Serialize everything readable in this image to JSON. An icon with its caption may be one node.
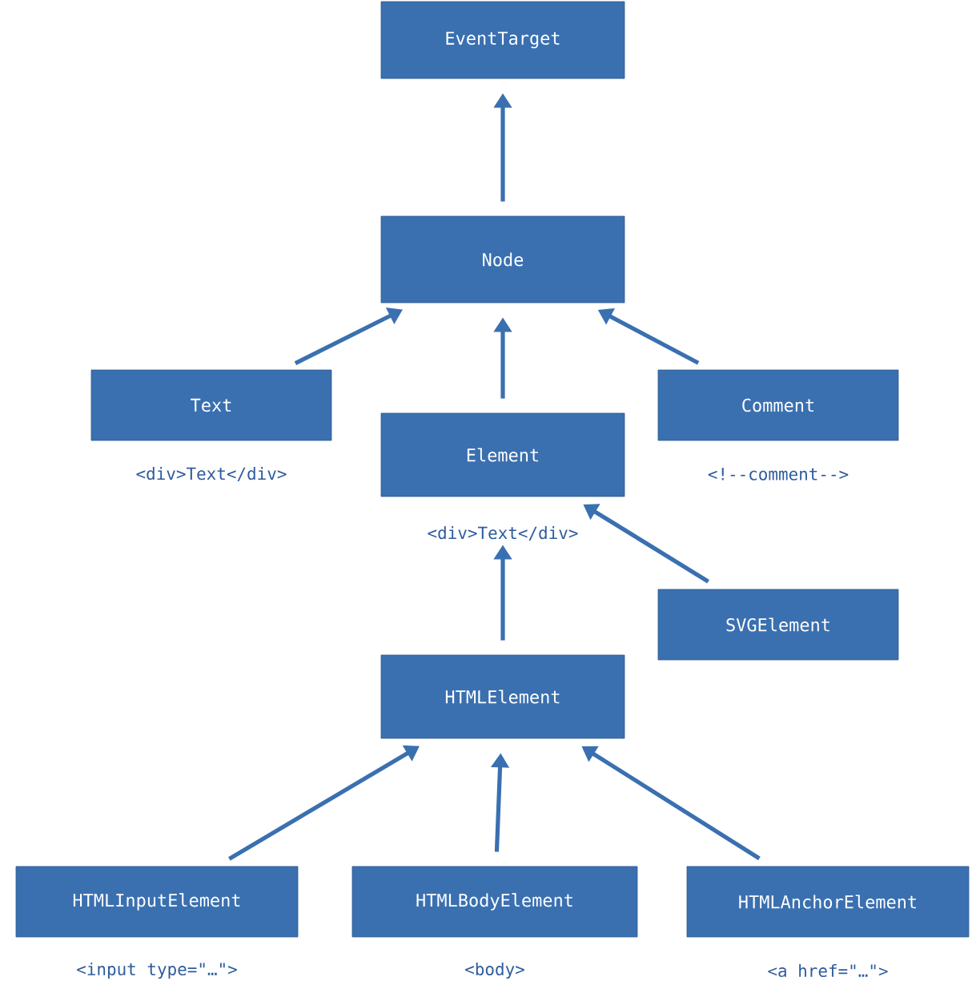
{
  "diagram": {
    "nodes": [
      {
        "text": [
          "EventTarget"
        ]
      },
      {
        "text": [
          "Node"
        ]
      },
      {
        "text": [
          "Text"
        ],
        "beside": [
          "<div>Text</div>"
        ]
      },
      {
        "text": [
          "Element"
        ],
        "beside": [
          "<div>Text</div>"
        ]
      },
      {
        "text": [
          "Comment"
        ],
        "beside": [
          "<!--comment-->"
        ]
      },
      {
        "text": [
          "SVGElement"
        ]
      },
      {
        "text": [
          "HTMLElement"
        ]
      },
      {
        "text": [
          "HTMLInputElement"
        ],
        "beside": [
          "<input type=\"…\">"
        ]
      },
      {
        "text": [
          "HTMLBodyElement"
        ],
        "beside": [
          "<body>"
        ]
      },
      {
        "text": [
          "HTMLAnchorElement"
        ],
        "beside": [
          "<a href=\"…\">"
        ]
      }
    ],
    "edges": [
      {
        "from": 1,
        "to": 0,
        "arrow": "to"
      },
      {
        "from": 2,
        "to": 1,
        "arrow": "to"
      },
      {
        "from": 3,
        "to": 1,
        "arrow": "to"
      },
      {
        "from": 4,
        "to": 1,
        "arrow": "to"
      },
      {
        "from": 5,
        "to": 3,
        "arrow": "to"
      },
      {
        "from": 6,
        "to": 3,
        "arrow": "to"
      },
      {
        "from": 7,
        "to": 6,
        "arrow": "to"
      },
      {
        "from": 8,
        "to": 6,
        "arrow": "to"
      },
      {
        "from": 9,
        "to": 6,
        "arrow": "to"
      }
    ]
  }
}
